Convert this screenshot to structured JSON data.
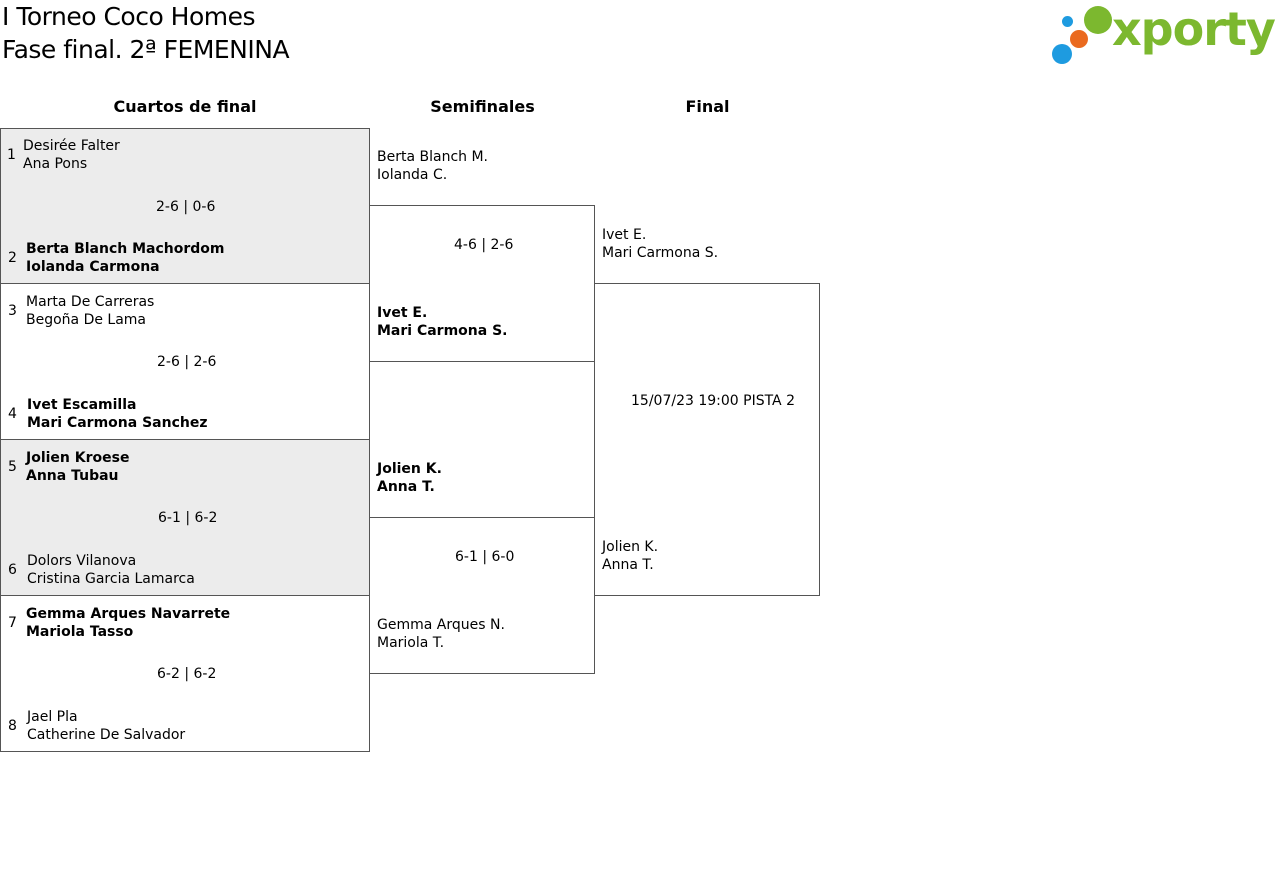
{
  "header": {
    "title_line1": "I Torneo Coco Homes",
    "title_line2": "Fase final. 2ª FEMENINA",
    "logo_text": "xporty",
    "logo_colors": {
      "green": "#7cb82f",
      "blue": "#1e9be0",
      "orange": "#ea6a1f"
    }
  },
  "columns": {
    "quarters": "Cuartos de final",
    "semis": "Semifinales",
    "final": "Final"
  },
  "quarters": [
    {
      "score": "2-6 | 0-6",
      "top": {
        "seed": "1",
        "p1": "Desirée Falter",
        "p2": "Ana Pons"
      },
      "bottom": {
        "seed": "2",
        "p1": "Berta Blanch Machordom",
        "p2": "Iolanda Carmona"
      }
    },
    {
      "score": "2-6 | 2-6",
      "top": {
        "seed": "3",
        "p1": "Marta De Carreras",
        "p2": "Begoña De Lama"
      },
      "bottom": {
        "seed": "4",
        "p1": "Ivet Escamilla",
        "p2": "Mari Carmona Sanchez"
      }
    },
    {
      "score": "6-1 | 6-2",
      "top": {
        "seed": "5",
        "p1": "Jolien Kroese",
        "p2": "Anna Tubau"
      },
      "bottom": {
        "seed": "6",
        "p1": "Dolors Vilanova",
        "p2": "Cristina Garcia Lamarca"
      }
    },
    {
      "score": "6-2 | 6-2",
      "top": {
        "seed": "7",
        "p1": "Gemma Arques Navarrete",
        "p2": "Mariola Tasso"
      },
      "bottom": {
        "seed": "8",
        "p1": "Jael Pla",
        "p2": "Catherine De Salvador"
      }
    }
  ],
  "semis": [
    {
      "score": "4-6 | 2-6",
      "top": {
        "p1": "Berta Blanch M.",
        "p2": "Iolanda C."
      },
      "bottom": {
        "p1": "Ivet E.",
        "p2": "Mari Carmona S."
      }
    },
    {
      "score": "6-1 | 6-0",
      "top": {
        "p1": "Jolien K.",
        "p2": "Anna T."
      },
      "bottom": {
        "p1": "Gemma Arques N.",
        "p2": "Mariola T."
      }
    }
  ],
  "final": {
    "schedule": "15/07/23 19:00 PISTA 2",
    "top": {
      "p1": "Ivet E.",
      "p2": "Mari Carmona S."
    },
    "bottom": {
      "p1": "Jolien K.",
      "p2": "Anna T."
    }
  }
}
